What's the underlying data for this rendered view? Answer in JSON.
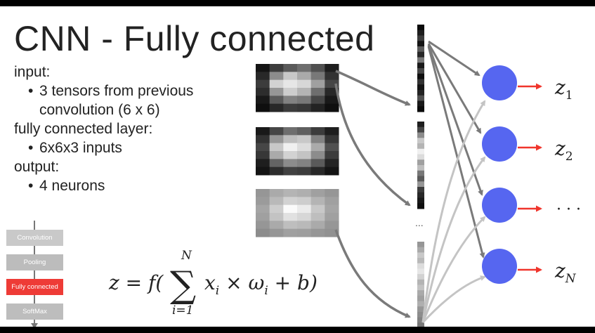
{
  "slide": {
    "title": "CNN - Fully connected",
    "bullets": {
      "input_heading": "input:",
      "input_item_line1": "3 tensors from previous",
      "input_item_line2": "convolution (6 x 6)",
      "fc_heading": "fully connected layer:",
      "fc_item": "6x6x3 inputs",
      "output_heading": "output:",
      "output_item": "4 neurons"
    },
    "bullet_glyph": "•"
  },
  "pipeline": {
    "stages": [
      {
        "label": "Convolution",
        "active": false
      },
      {
        "label": "Pooling",
        "active": false
      },
      {
        "label": "Fully connected",
        "active": true
      },
      {
        "label": "SoftMax",
        "active": false
      }
    ],
    "active_color": "#ee3b36"
  },
  "diagram": {
    "vector_ellipsis": "...",
    "outputs": {
      "z1": {
        "base": "z",
        "sub": "1"
      },
      "z2": {
        "base": "z",
        "sub": "2"
      },
      "dots": "· · ·",
      "zN": {
        "base": "z",
        "sub": "N"
      }
    },
    "neuron_color": "#5666f0",
    "output_arrow_color": "#f0352c"
  },
  "formula": {
    "lhs": "z = f(",
    "sum_upper": "N",
    "sum_lower": "i=1",
    "sum_symbol": "∑",
    "body": "x",
    "body_sub": "i",
    "times": " × ω",
    "omega_sub": "i",
    "tail": " + b)"
  }
}
